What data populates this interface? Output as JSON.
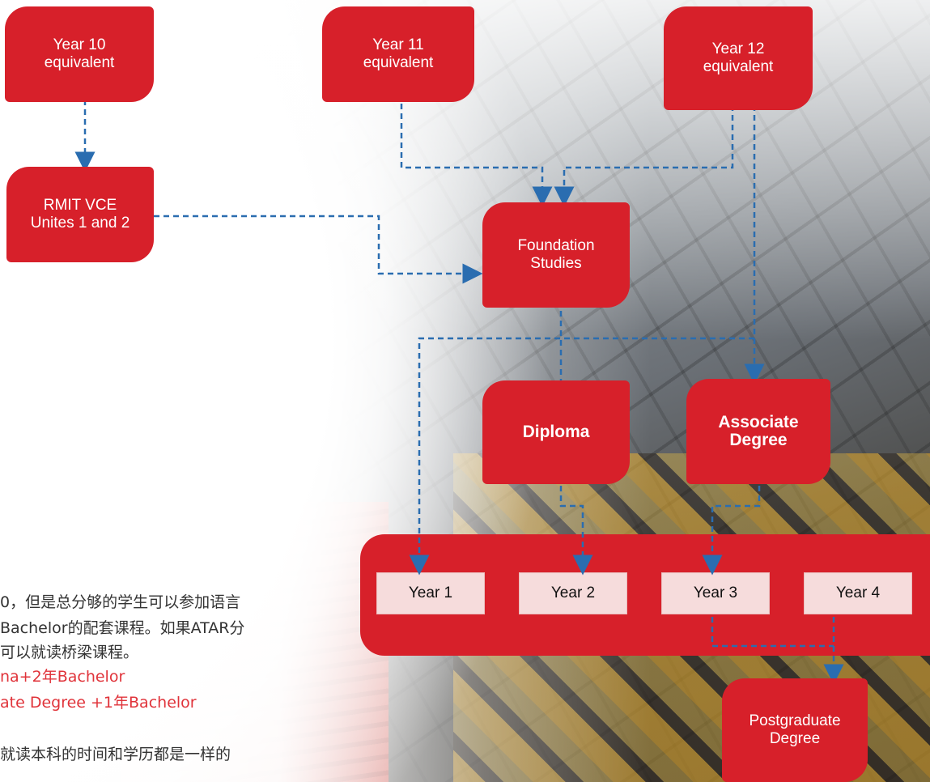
{
  "boxes": {
    "year10": [
      "Year 10",
      "equivalent"
    ],
    "year11": [
      "Year 11",
      "equivalent"
    ],
    "year12": [
      "Year 12",
      "equivalent"
    ],
    "rmit_vce": [
      "RMIT VCE",
      "Unites 1 and 2"
    ],
    "foundation": [
      "Foundation",
      "Studies"
    ],
    "diploma": "Diploma",
    "associate": [
      "Associate",
      "Degree"
    ],
    "postgraduate": [
      "Postgraduate",
      "Degree"
    ]
  },
  "years": [
    "Year 1",
    "Year 2",
    "Year 3",
    "Year 4"
  ],
  "notes": {
    "line1": "0，但是总分够的学生可以参加语言",
    "line2": "Bachelor的配套课程。如果ATAR分",
    "line3": "可以就读桥梁课程。",
    "line4": "na+2年Bachelor",
    "line5": "ate Degree +1年Bachelor",
    "line6": "就读本科的时间和学历都是一样的"
  },
  "colors": {
    "box_red": "#d7202a",
    "year_cell": "#f6dcdc",
    "arrow_blue": "#2a6db0",
    "highlight_text": "#e0333a"
  }
}
